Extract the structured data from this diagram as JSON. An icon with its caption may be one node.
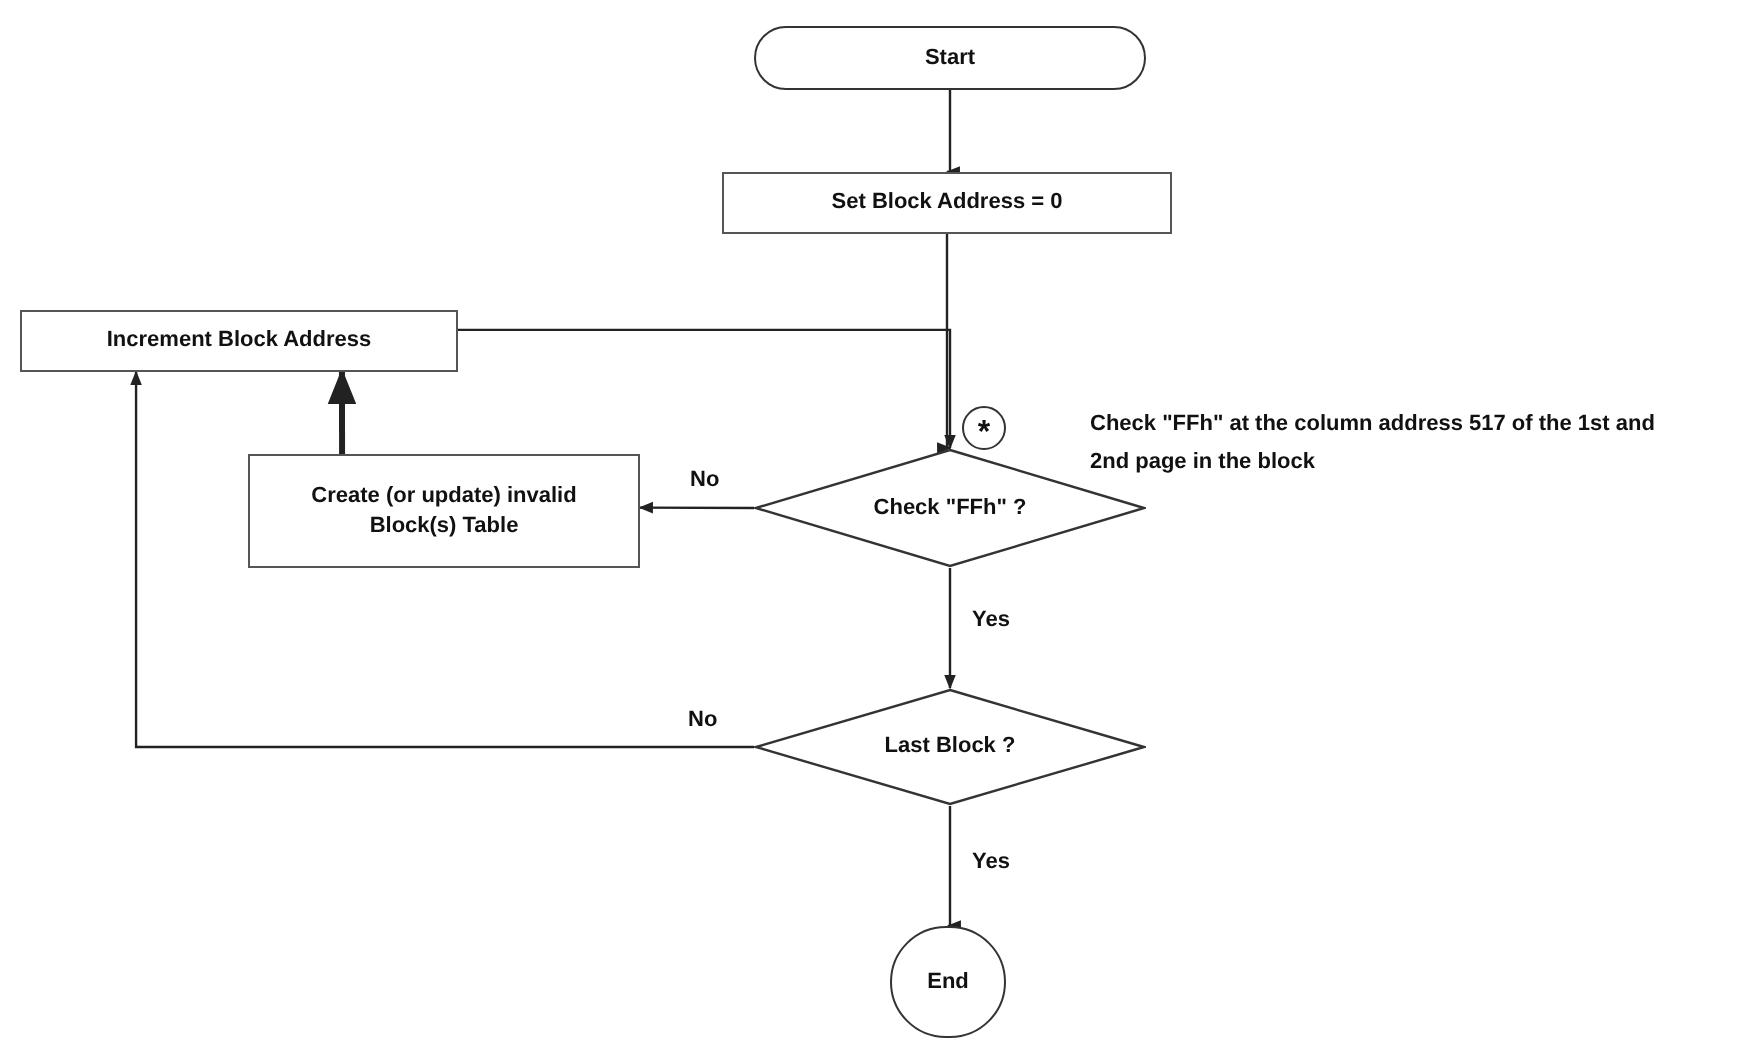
{
  "diagram": {
    "nodes": [
      {
        "text": [
          "Start"
        ]
      },
      {
        "text": [
          "Set Block Address = 0"
        ]
      },
      {
        "text": [
          "Increment Block Address"
        ]
      },
      {
        "text": [
          "Create (or update) invalid Block(s) Table"
        ]
      },
      {
        "text": [
          "Check \"FFh\" ?"
        ]
      },
      {
        "text": [
          "Last Block ?"
        ]
      },
      {
        "text": [
          "End"
        ]
      }
    ],
    "edges": [
      {
        "from": 0,
        "to": 1,
        "arrow": "to"
      },
      {
        "from": 1,
        "to": 4,
        "arrow": "to"
      },
      {
        "from": 2,
        "to": 4,
        "arrow": "to"
      },
      {
        "from": 4,
        "to": 3,
        "arrow": "to",
        "label": "No"
      },
      {
        "from": 3,
        "to": 2,
        "arrow": "to",
        "style": "thick"
      },
      {
        "from": 4,
        "to": 5,
        "arrow": "to",
        "label": "Yes"
      },
      {
        "from": 5,
        "to": 2,
        "arrow": "to",
        "label": "No"
      },
      {
        "from": 5,
        "to": 6,
        "arrow": "to",
        "label": "Yes"
      }
    ],
    "labels": [
      "*",
      "Check \"FFh\" at the column address 517 of the 1st and 2nd page in the block"
    ]
  }
}
